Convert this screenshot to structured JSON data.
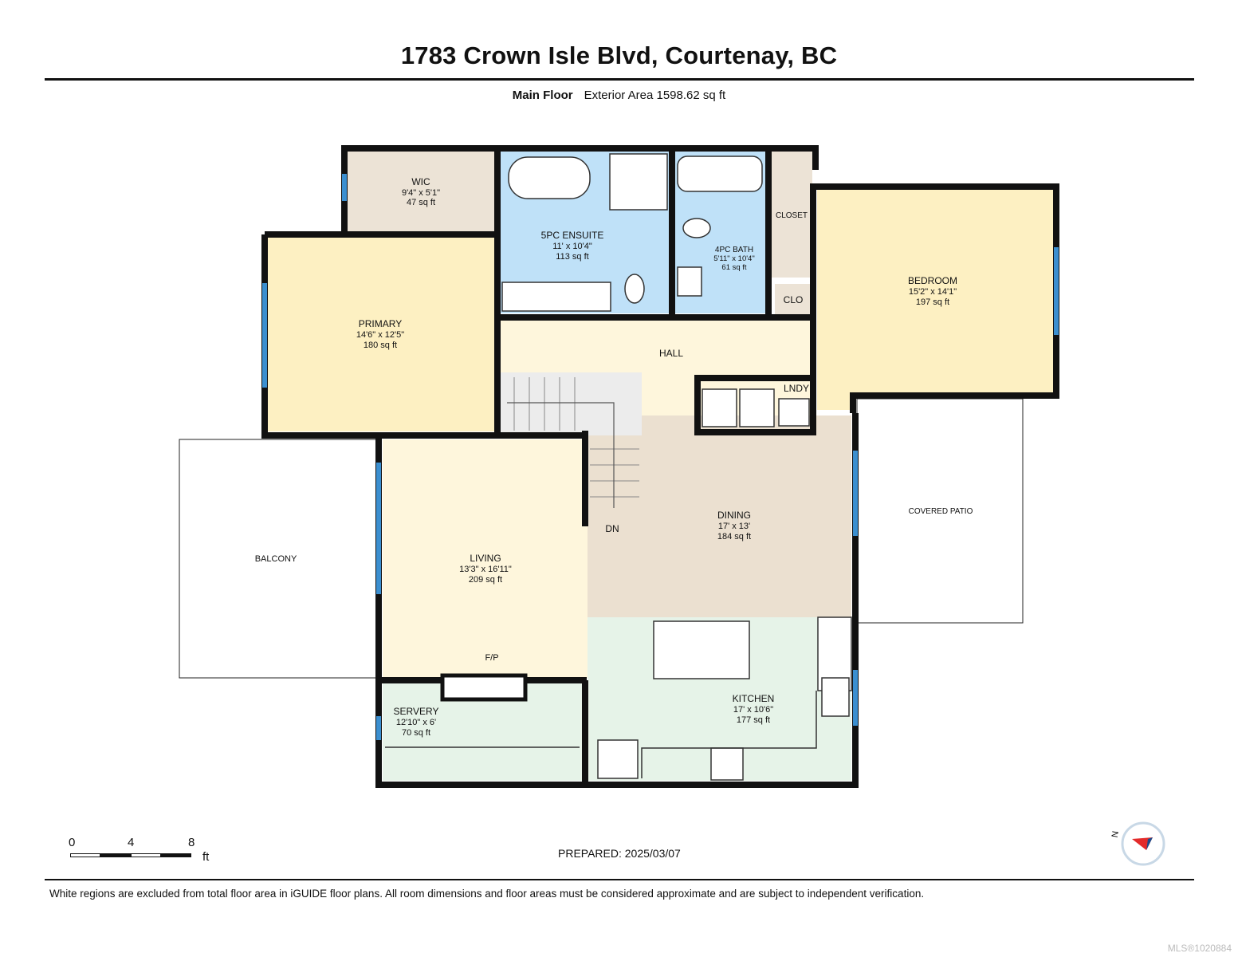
{
  "header": {
    "title": "1783 Crown Isle Blvd, Courtenay, BC",
    "floor": "Main Floor",
    "area": "Exterior Area 1598.62 sq ft"
  },
  "rooms": {
    "wic": {
      "name": "WIC",
      "dims": "9'4\" x 5'1\"",
      "area": "47 sq ft"
    },
    "ensuite": {
      "name": "5PC ENSUITE",
      "dims": "11' x 10'4\"",
      "area": "113 sq ft"
    },
    "bath": {
      "name": "4PC BATH",
      "dims": "5'11\" x 10'4\"",
      "area": "61 sq ft"
    },
    "closet": {
      "name": "CLOSET"
    },
    "clo": {
      "name": "CLO"
    },
    "bedroom": {
      "name": "BEDROOM",
      "dims": "15'2\" x 14'1\"",
      "area": "197 sq ft"
    },
    "primary": {
      "name": "PRIMARY",
      "dims": "14'6\" x 12'5\"",
      "area": "180 sq ft"
    },
    "hall": {
      "name": "HALL"
    },
    "lndy": {
      "name": "LNDY"
    },
    "dn": {
      "name": "DN"
    },
    "dining": {
      "name": "DINING",
      "dims": "17' x 13'",
      "area": "184 sq ft"
    },
    "patio": {
      "name": "COVERED PATIO"
    },
    "balcony": {
      "name": "BALCONY"
    },
    "living": {
      "name": "LIVING",
      "dims": "13'3\" x 16'11\"",
      "area": "209 sq ft"
    },
    "fp": {
      "name": "F/P"
    },
    "servery": {
      "name": "SERVERY",
      "dims": "12'10\" x 6'",
      "area": "70 sq ft"
    },
    "kitchen": {
      "name": "KITCHEN",
      "dims": "17' x 10'6\"",
      "area": "177 sq ft"
    }
  },
  "scale_bar": {
    "ticks": [
      "0",
      "4",
      "8"
    ],
    "unit": "ft"
  },
  "compass_letter": "N",
  "prepared": "PREPARED: 2025/03/07",
  "disclaimer": "White regions are excluded from total floor area in iGUIDE floor plans. All room dimensions and floor areas must be considered approximate and are subject to independent verification.",
  "watermark": "MLS®1020884",
  "colors": {
    "bedroom_fill": "#fdf0c2",
    "wet_fill": "#bfe1f8",
    "closet_fill": "#ece3d6",
    "hall_fill": "#fef6dc",
    "dining_fill": "#ebe0d0",
    "kitchen_fill": "#e6f3e8",
    "wall": "#111111",
    "window": "#3b8fd0"
  }
}
